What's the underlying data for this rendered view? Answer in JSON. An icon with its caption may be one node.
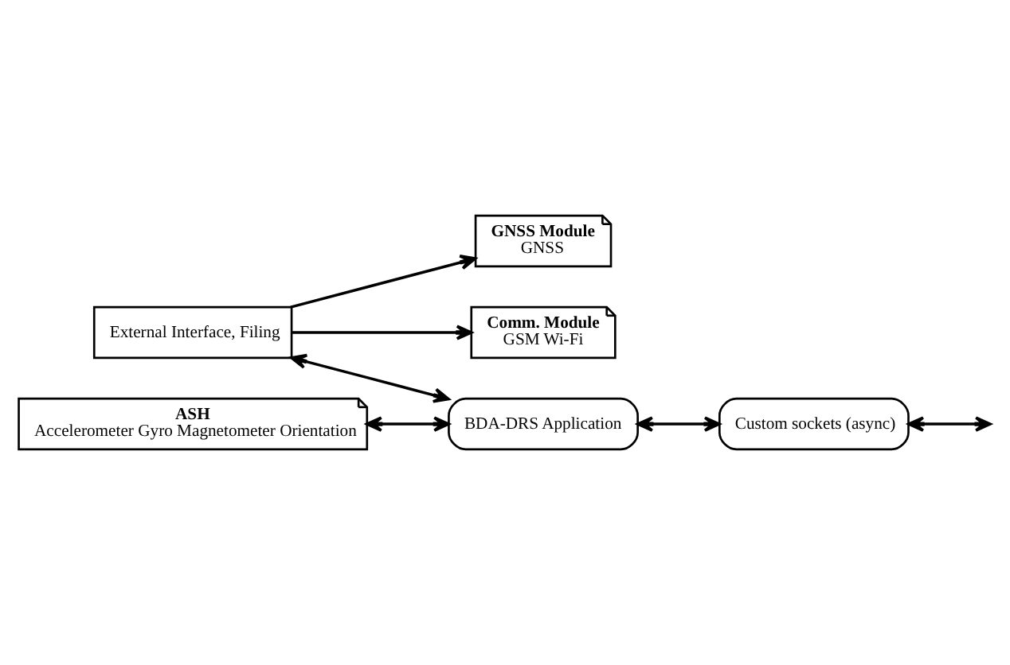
{
  "diagram": {
    "nodes": [
      {
        "text": [
          "External Interface, Filing"
        ]
      },
      {
        "text": [
          "GNSS Module",
          "GNSS"
        ]
      },
      {
        "text": [
          "ASH",
          "Accelerometer Gyro Magnetometer Orientation"
        ]
      },
      {
        "text": [
          "Comm. Module",
          "GSM Wi-Fi"
        ]
      },
      {
        "text": [
          "BDA-DRS Application"
        ]
      },
      {
        "text": [
          "Custom sockets (async)"
        ]
      }
    ],
    "edges": [
      {
        "from": 0,
        "to": 1,
        "arrow": "to"
      },
      {
        "from": 0,
        "to": 3,
        "arrow": "to"
      },
      {
        "from": 2,
        "to": 4,
        "arrow": "both"
      },
      {
        "from": 0,
        "to": 4,
        "arrow": "both"
      },
      {
        "from": 4,
        "to": 5,
        "arrow": "both"
      },
      {
        "from": 5,
        "to": null,
        "arrow": "both"
      }
    ]
  }
}
